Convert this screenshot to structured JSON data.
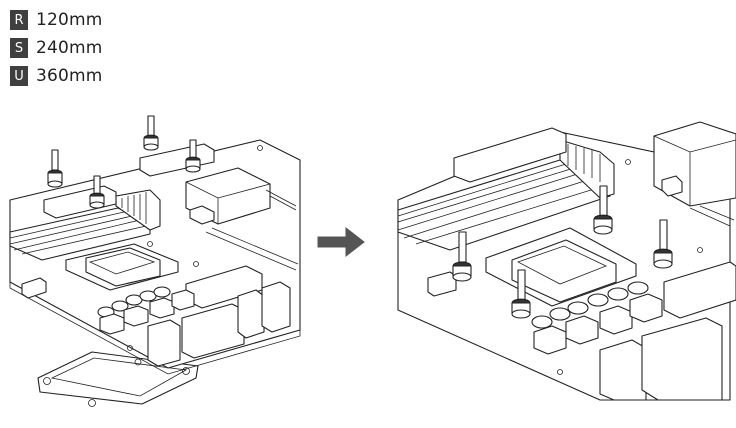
{
  "legend": [
    {
      "code": "R",
      "size": "120mm"
    },
    {
      "code": "S",
      "size": "240mm"
    },
    {
      "code": "U",
      "size": "360mm"
    }
  ],
  "colors": {
    "badge": "#3f3f3f",
    "arrow": "#555555",
    "line": "#222222"
  },
  "icons": [
    "arrow-right-icon",
    "screw-icon"
  ]
}
